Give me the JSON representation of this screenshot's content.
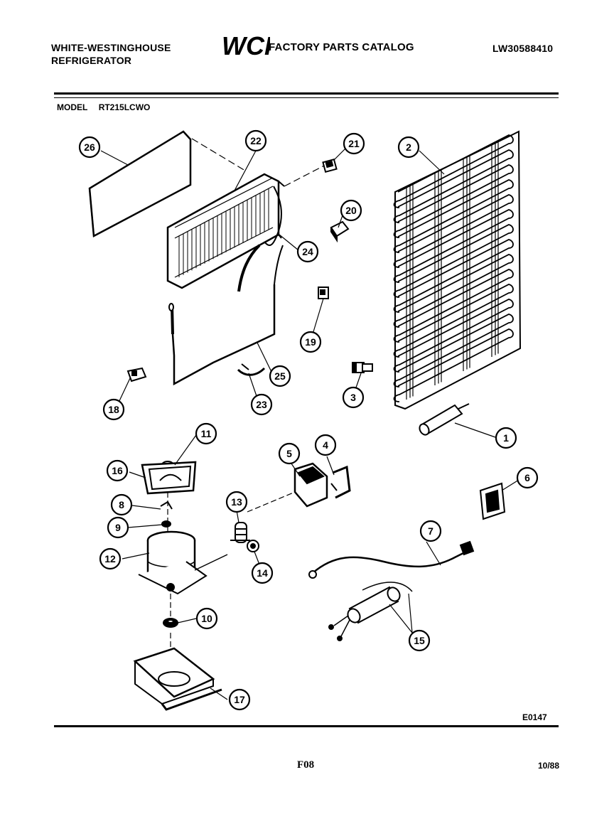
{
  "header": {
    "brand_line1": "WHITE-WESTINGHOUSE",
    "brand_line2": "REFRIGERATOR",
    "logo_text": "WCI",
    "catalog_title": "FACTORY PARTS CATALOG",
    "doc_number": "LW30588410"
  },
  "model": {
    "label": "MODEL",
    "value": "RT215LCWO"
  },
  "callouts": [
    "26",
    "22",
    "21",
    "2",
    "20",
    "24",
    "19",
    "25",
    "3",
    "18",
    "23",
    "1",
    "11",
    "4",
    "5",
    "16",
    "6",
    "8",
    "13",
    "9",
    "7",
    "12",
    "14",
    "10",
    "15",
    "17"
  ],
  "footer": {
    "figure_code": "E0147",
    "page": "F08",
    "date": "10/88"
  }
}
